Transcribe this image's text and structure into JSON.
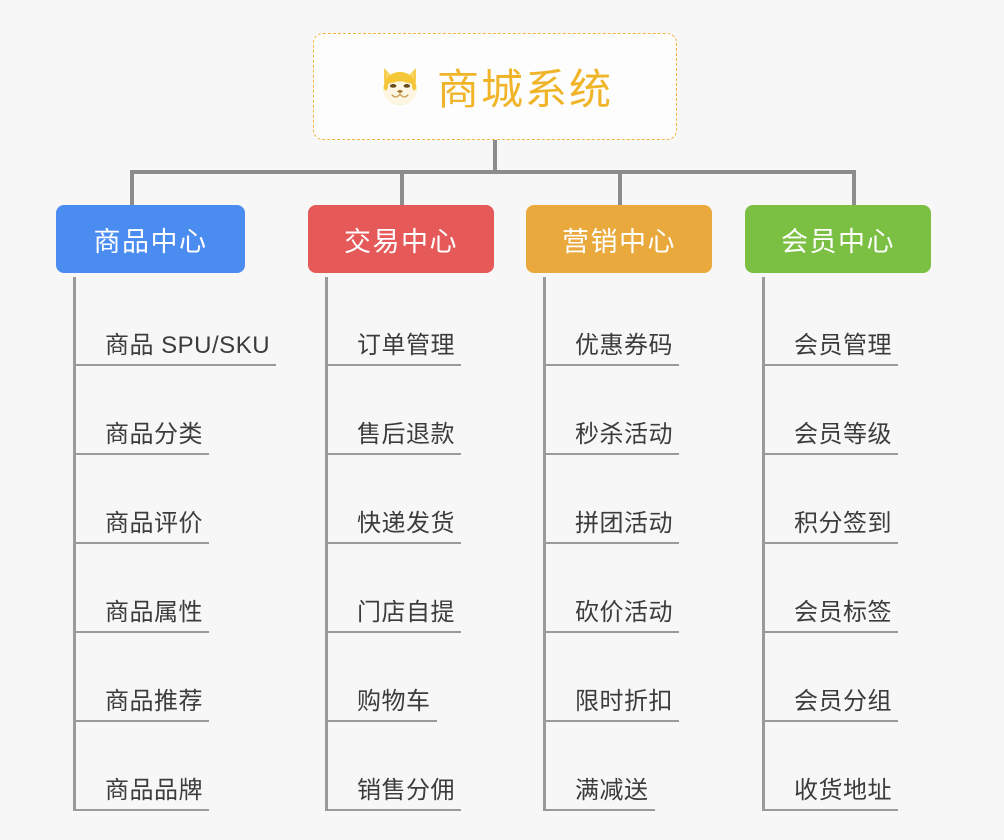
{
  "diagram": {
    "background_color": "#f7f7f7",
    "root": {
      "title": "商城系统",
      "icon": "shiba-dog-face-icon",
      "icon_glyph": "🐶",
      "text_color": "#f0b429",
      "border_color": "#f2b544",
      "background_color": "#fdfdfd"
    },
    "connector_color": "#8c8c8c",
    "columns": [
      {
        "header": "商品中心",
        "color": "#4a8cf0",
        "items": [
          "商品 SPU/SKU",
          "商品分类",
          "商品评价",
          "商品属性",
          "商品推荐",
          "商品品牌"
        ]
      },
      {
        "header": "交易中心",
        "color": "#e55a59",
        "items": [
          "订单管理",
          "售后退款",
          "快递发货",
          "门店自提",
          "购物车",
          "销售分佣"
        ]
      },
      {
        "header": "营销中心",
        "color": "#eaa93c",
        "items": [
          "优惠券码",
          "秒杀活动",
          "拼团活动",
          "砍价活动",
          "限时折扣",
          "满减送"
        ]
      },
      {
        "header": "会员中心",
        "color": "#78c martedì"
      }
    ]
  }
}
